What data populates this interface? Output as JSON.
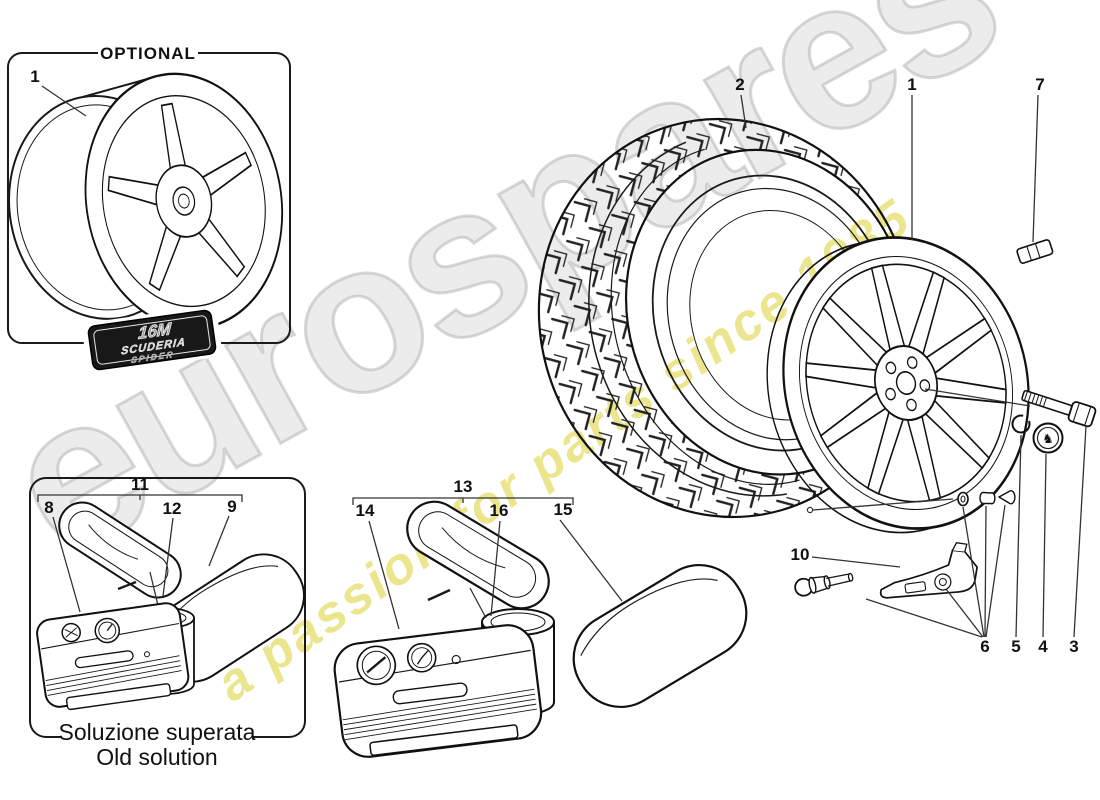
{
  "watermark": {
    "brand": "eurospares",
    "tagline": "a passion for parts since 1985"
  },
  "optional_box": {
    "title": "OPTIONAL",
    "part_label": "1",
    "badge": {
      "line1": "16M",
      "line2": "SCUDERIA",
      "line3": "SPIDER"
    }
  },
  "assembly": {
    "tyre": "2",
    "wheel": "1",
    "weight": "7",
    "bolt": "3",
    "cap": "4",
    "circlip": "5",
    "valve_fasteners": "6",
    "valve_sensor": "10"
  },
  "old_kit": {
    "group": "11",
    "compressor": "8",
    "bottle": "12",
    "case": "9",
    "caption_it": "Soluzione superata",
    "caption_en": "Old solution"
  },
  "new_kit": {
    "group": "13",
    "compressor": "14",
    "bottle": "16",
    "case": "15"
  },
  "icons": {
    "prancing_horse": "♞"
  }
}
